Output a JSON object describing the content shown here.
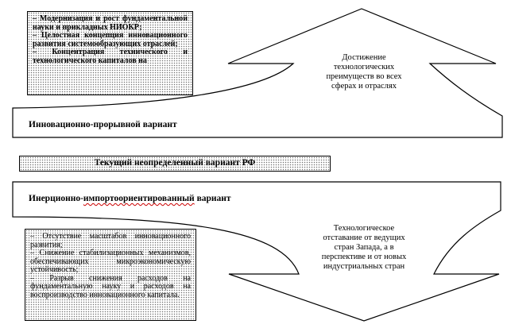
{
  "top_box": {
    "items": [
      "– Модернизация и рост фундаментальной науки и прикладных НИОКР;",
      "– Целостная концепция инновационного развития системообразующих отраслей;",
      "– Концентрация технического и технологического капиталов на"
    ]
  },
  "top_arrow": {
    "lines": [
      "Достижение",
      "технологических",
      "преимуществ во всех",
      "сферах и отраслях"
    ]
  },
  "innovation_band": {
    "label": "Инновационно-прорывной вариант"
  },
  "current_box": {
    "label": "Текущий неопределенный вариант РФ"
  },
  "inertial_band": {
    "label_main": "Инерционно-",
    "label_wavy": "импортоориентированный",
    "label_end": " вариант"
  },
  "bottom_arrow": {
    "lines": [
      "Технологическое",
      "отставание от ведущих",
      "стран Запада, а в",
      "перспективе и от новых",
      "индустриальных стран"
    ]
  },
  "bottom_box": {
    "items": [
      "– Отсутствие масштабов инновационного развития;",
      "– Снижение стабилизационных механизмов, обеспечивающих микроэкономическую устойчивость;",
      "– Разрыв снижения расходов на фундаментальную науку и расходов на воспроизводство инновационного капитала."
    ]
  },
  "colors": {
    "stroke": "#000000",
    "background": "#ffffff",
    "dots": "#6e6e6e",
    "spellcheck": "#cc0000"
  }
}
